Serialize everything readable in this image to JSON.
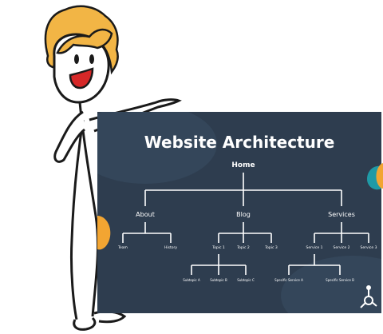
{
  "diagram": {
    "title": "Website Architecture",
    "root": "Home",
    "sections": [
      "About",
      "Blog",
      "Services"
    ],
    "about_pages": [
      "Team",
      "History"
    ],
    "blog_pages": [
      "Topic 1",
      "Topic 2",
      "Topic 3"
    ],
    "blog_subtopics": [
      "Subtopic A",
      "Subtopic B",
      "Subtopic C"
    ],
    "services_pages": [
      "Service 1",
      "Service 2",
      "Service 3"
    ],
    "service_specific": [
      "Specific Service A",
      "Specific Service B"
    ]
  },
  "colors": {
    "board": "#2e3d4f",
    "lines": "#ffffff",
    "accent_orange": "#f2a532",
    "accent_teal": "#1f9aa6",
    "hair": "#f2b545",
    "mouth": "#d62828"
  },
  "icons": [
    "hubspot-sprocket-icon"
  ]
}
